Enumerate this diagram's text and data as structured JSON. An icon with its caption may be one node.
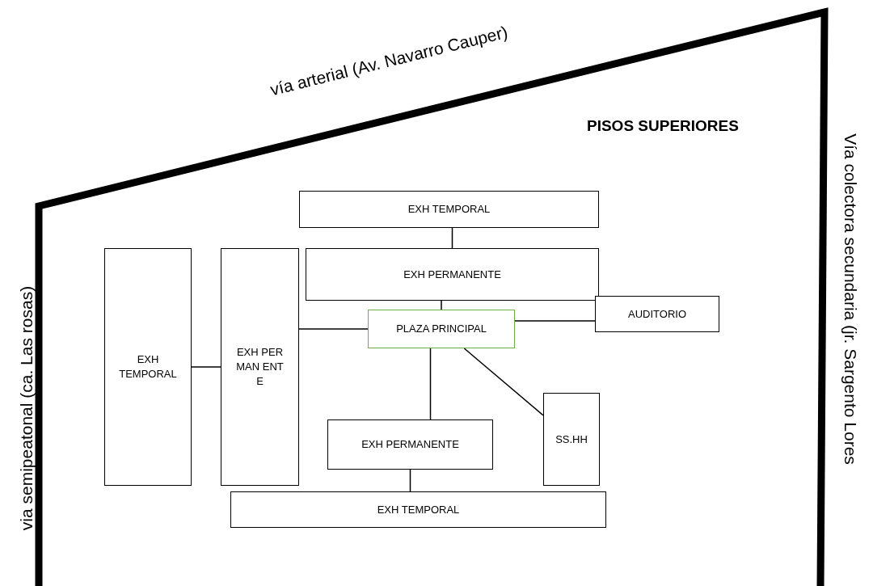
{
  "diagram": {
    "title": "PISOS SUPERIORES",
    "nodes": [
      {
        "text": [
          "EXH TEMPORAL"
        ]
      },
      {
        "text": [
          "EXH PERMANENTE"
        ]
      },
      {
        "text": [
          "EXH TEMPORAL"
        ]
      },
      {
        "text": [
          "EXH PERMAN ENTE"
        ]
      },
      {
        "text": [
          "PLAZA PRINCIPAL"
        ]
      },
      {
        "text": [
          "AUDITORIO"
        ]
      },
      {
        "text": [
          "SS.HH"
        ]
      },
      {
        "text": [
          "EXH PERMANENTE"
        ]
      },
      {
        "text": [
          "EXH TEMPORAL"
        ]
      }
    ],
    "edges": [
      {
        "from": 0,
        "to": 1,
        "arrow": "none"
      },
      {
        "from": 1,
        "to": 4,
        "arrow": "none"
      },
      {
        "from": 2,
        "to": 3,
        "arrow": "none"
      },
      {
        "from": 3,
        "to": 4,
        "arrow": "none"
      },
      {
        "from": 4,
        "to": 5,
        "arrow": "none"
      },
      {
        "from": 4,
        "to": 7,
        "arrow": "none"
      },
      {
        "from": 4,
        "to": 6,
        "arrow": "none"
      },
      {
        "from": 7,
        "to": 8,
        "arrow": "none"
      }
    ],
    "labels": [
      "vía arterial (Av. Navarro Cauper)",
      "via semipeatonal (ca. Las rosas)",
      "Vía colectora secundaria (jr. Sargento Lores"
    ]
  }
}
